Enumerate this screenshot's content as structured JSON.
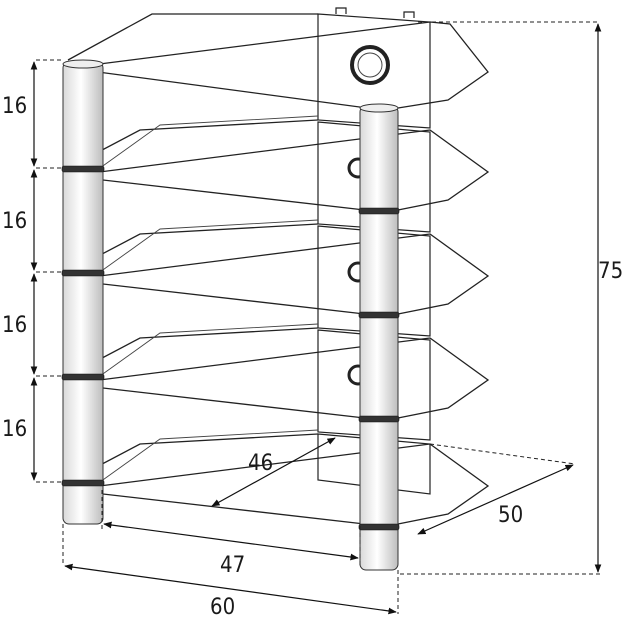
{
  "dimensions": {
    "shelf_spacing_1": "16",
    "shelf_spacing_2": "16",
    "shelf_spacing_3": "16",
    "shelf_spacing_4": "16",
    "total_height": "75",
    "shelf_depth": "46",
    "overall_depth": "50",
    "inner_width": "47",
    "overall_width": "60"
  }
}
